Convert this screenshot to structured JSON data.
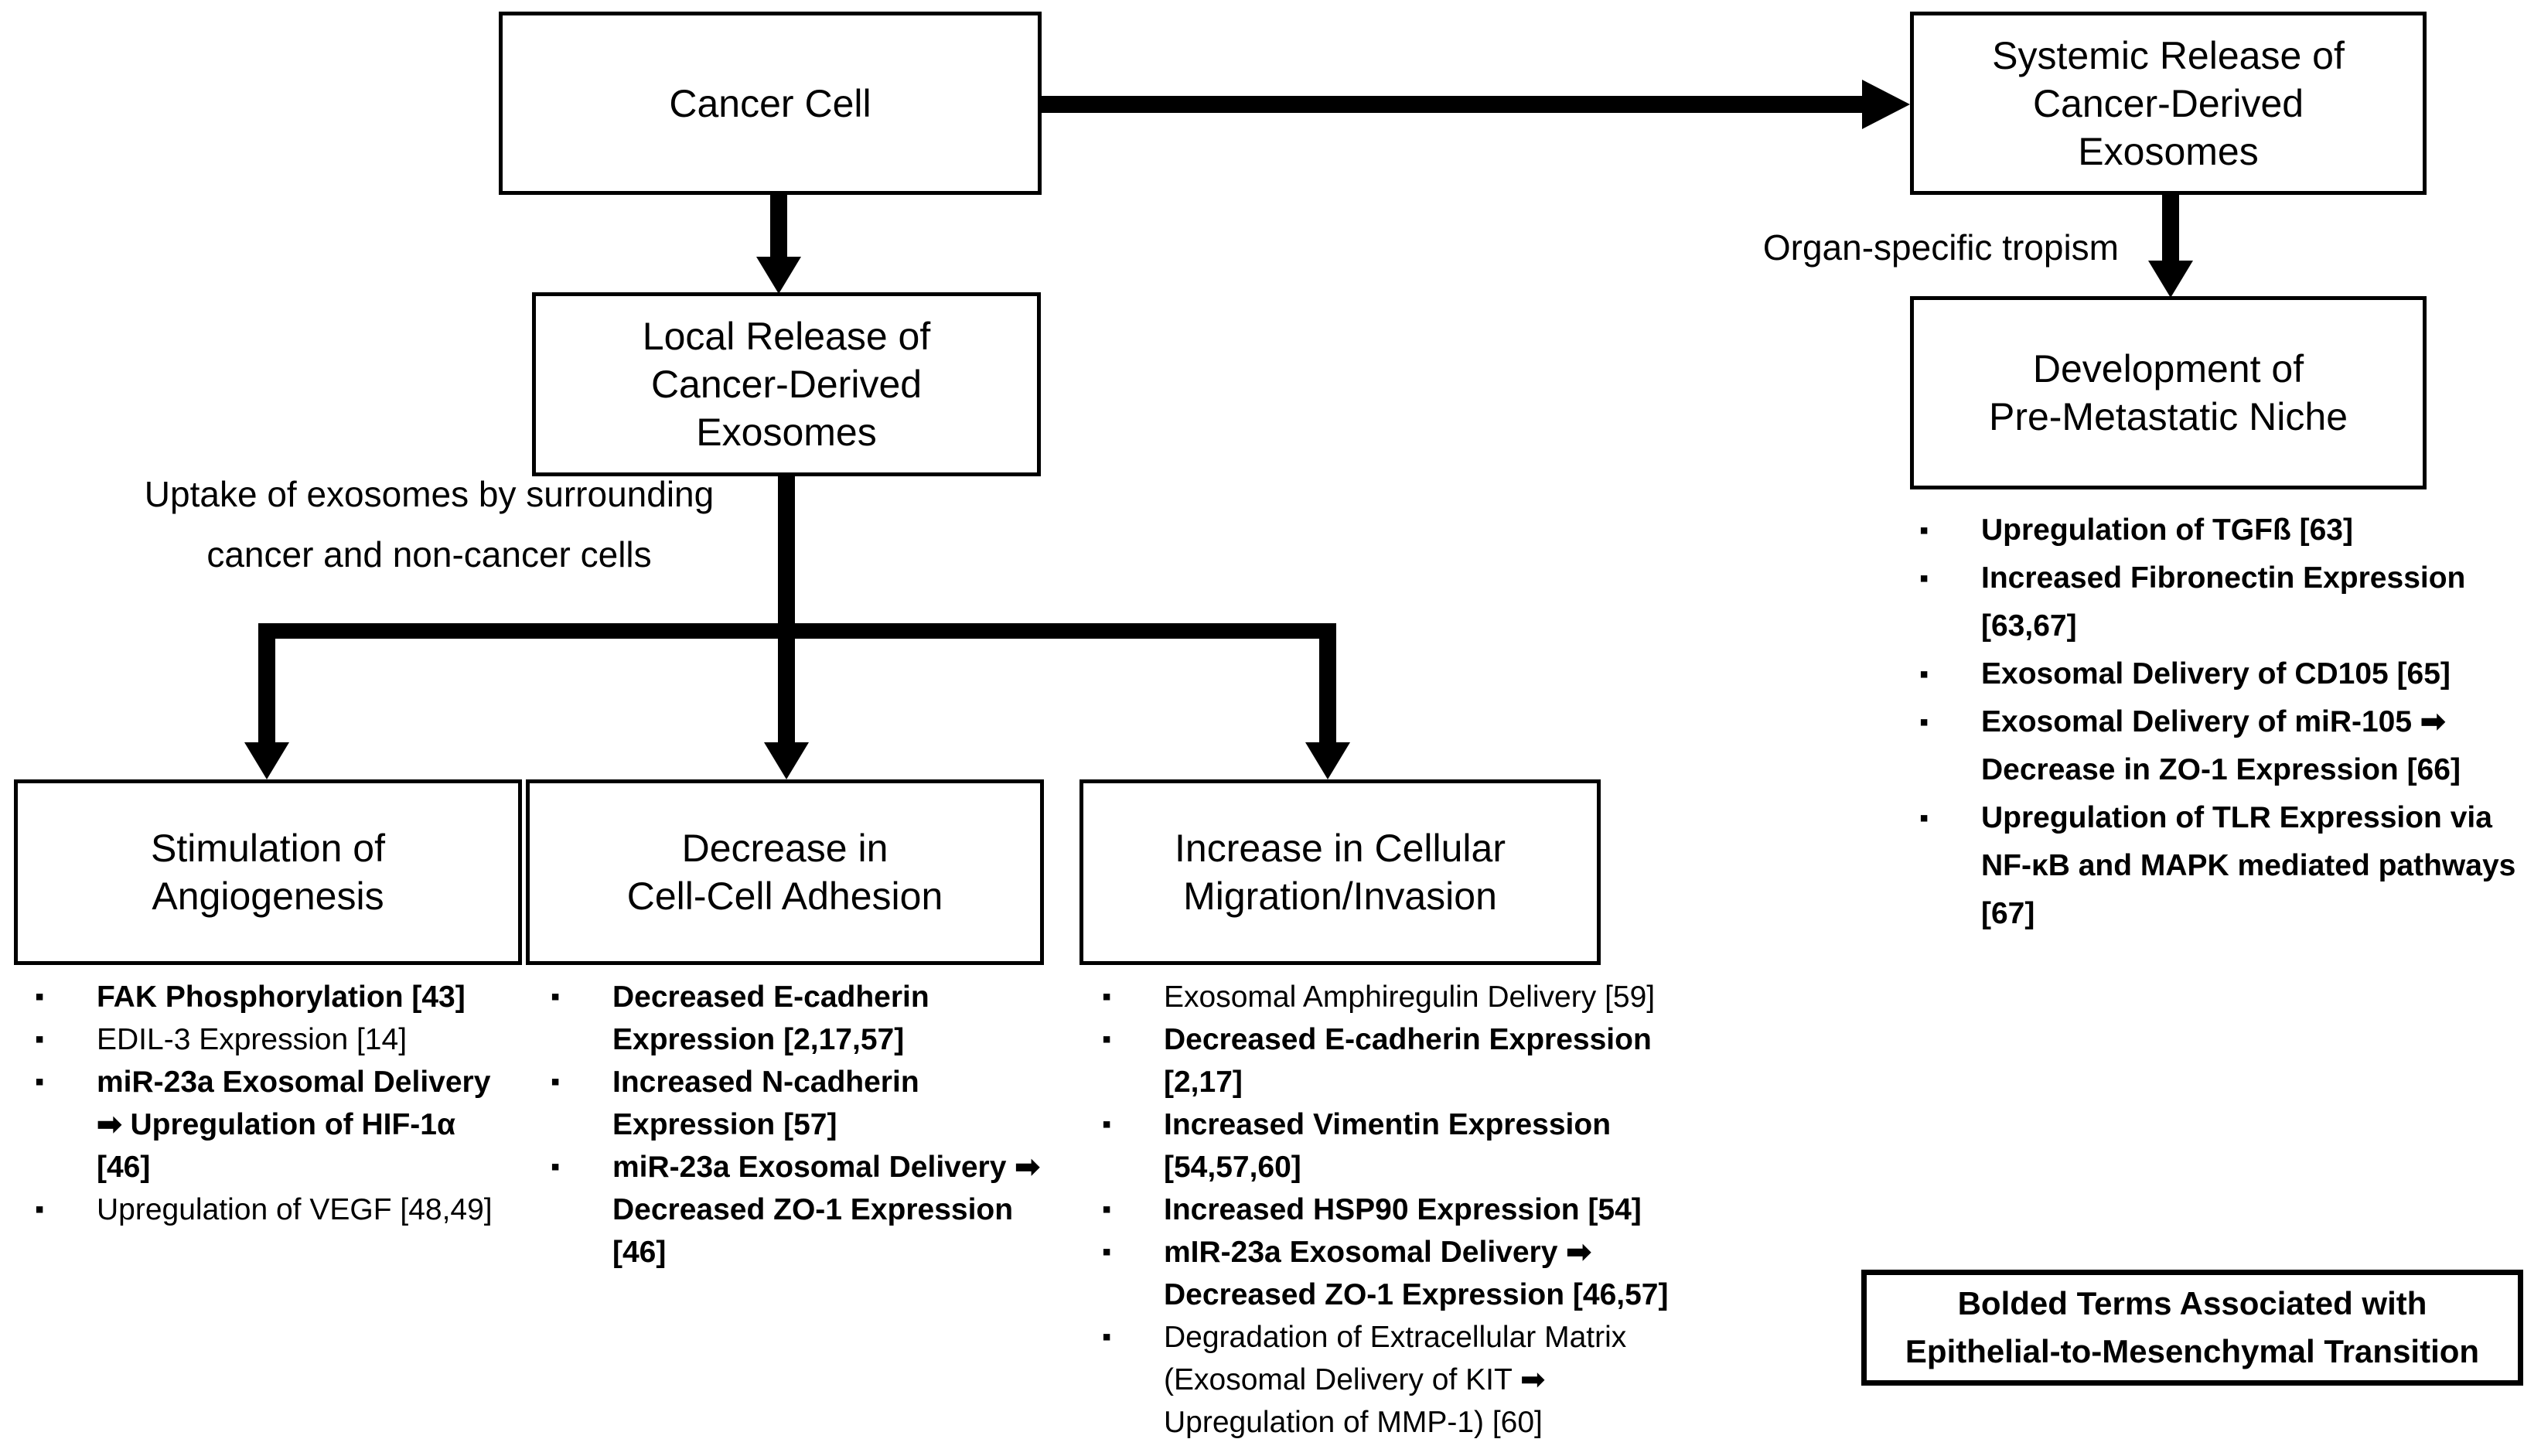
{
  "colors": {
    "ink": "#000000",
    "background": "#ffffff"
  },
  "glyphs": {
    "bullet": "▪",
    "flow_arrow": "➡"
  },
  "boxes": {
    "cancer_cell": {
      "label": "Cancer Cell"
    },
    "systemic_release": {
      "label": "Systemic Release of Cancer-Derived Exosomes",
      "lines": [
        "Systemic Release of",
        "Cancer-Derived",
        "Exosomes"
      ]
    },
    "local_release": {
      "label": "Local Release of Cancer-Derived Exosomes",
      "lines": [
        "Local Release of",
        "Cancer-Derived",
        "Exosomes"
      ]
    },
    "development_niche": {
      "label": "Development of Pre-Metastatic Niche",
      "lines": [
        "Development of",
        "Pre-Metastatic Niche"
      ]
    },
    "stimulation_angiogenesis": {
      "label": "Stimulation of Angiogenesis",
      "lines": [
        "Stimulation of",
        "Angiogenesis"
      ]
    },
    "decrease_adhesion": {
      "label": "Decrease in Cell-Cell Adhesion",
      "lines": [
        "Decrease in",
        "Cell-Cell Adhesion"
      ]
    },
    "increase_migration": {
      "label": "Increase in Cellular Migration/Invasion",
      "lines": [
        "Increase in Cellular",
        "Migration/Invasion"
      ]
    },
    "legend": {
      "label": "Bolded Terms Associated with Epithelial-to-Mesenchymal Transition",
      "lines": [
        "Bolded Terms Associated with",
        "Epithelial-to-Mesenchymal Transition"
      ]
    }
  },
  "labels": {
    "organ_tropism": "Organ-specific tropism",
    "uptake": {
      "label": "Uptake of exosomes by surrounding cancer and non-cancer cells",
      "lines": [
        "Uptake of exosomes by surrounding",
        "cancer and non-cancer cells"
      ]
    }
  },
  "lists": {
    "angiogenesis": [
      {
        "text": "FAK Phosphorylation [43]",
        "bold": true
      },
      {
        "text": "EDIL-3 Expression [14]",
        "bold": false
      },
      {
        "text": "miR-23a Exosomal Delivery ➡ Upregulation of HIF-1α [46]",
        "bold": true
      },
      {
        "text": "Upregulation of VEGF [48,49]",
        "bold": false
      }
    ],
    "adhesion": [
      {
        "text": "Decreased E-cadherin Expression [2,17,57]",
        "bold": true
      },
      {
        "text": "Increased N-cadherin Expression [57]",
        "bold": true
      },
      {
        "text": "miR-23a Exosomal Delivery ➡ Decreased ZO-1 Expression [46]",
        "bold": true
      }
    ],
    "migration": [
      {
        "text": "Exosomal Amphiregulin Delivery [59]",
        "bold": false
      },
      {
        "text": "Decreased E-cadherin Expression [2,17]",
        "bold": true
      },
      {
        "text": "Increased Vimentin Expression [54,57,60]",
        "bold": true
      },
      {
        "text": "Increased HSP90 Expression [54]",
        "bold": true
      },
      {
        "text": "mIR-23a Exosomal Delivery ➡ Decreased ZO-1 Expression [46,57]",
        "bold": true
      },
      {
        "text": "Degradation of Extracellular Matrix (Exosomal Delivery of KIT ➡ Upregulation of MMP-1) [60]",
        "bold": false
      }
    ],
    "premetastatic_niche": [
      {
        "text": "Upregulation of TGFß [63]",
        "bold": true
      },
      {
        "text": "Increased Fibronectin Expression [63,67]",
        "bold": true
      },
      {
        "text": "Exosomal Delivery of CD105 [65]",
        "bold": true
      },
      {
        "text": "Exosomal Delivery of miR-105 ➡ Decrease in ZO-1 Expression [66]",
        "bold": true
      },
      {
        "text": "Upregulation of TLR Expression via NF-κB and MAPK mediated pathways [67]",
        "bold": true
      }
    ]
  }
}
